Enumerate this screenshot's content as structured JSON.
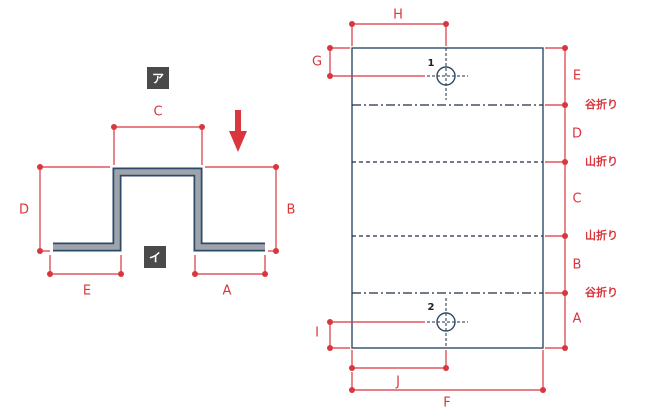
{
  "colors": {
    "dimension": "#d9363e",
    "outline": "#2d4a6b",
    "part_fill": "#9ea4aa",
    "fold_line": "#1f2f45",
    "badge": "#4a4a4a"
  },
  "left_view": {
    "badge_top": "ア",
    "badge_bottom": "イ",
    "dims": {
      "C": "C",
      "D": "D",
      "B": "B",
      "E": "E",
      "A": "A"
    },
    "arrow_icon": "down-arrow-icon"
  },
  "right_view": {
    "holes": [
      "1",
      "2"
    ],
    "dims": {
      "H": "H",
      "G": "G",
      "E": "E",
      "D": "D",
      "C": "C",
      "B": "B",
      "A": "A",
      "I": "I",
      "J": "J",
      "F": "F"
    },
    "folds": [
      "谷折り",
      "山折り",
      "山折り",
      "谷折り"
    ]
  }
}
